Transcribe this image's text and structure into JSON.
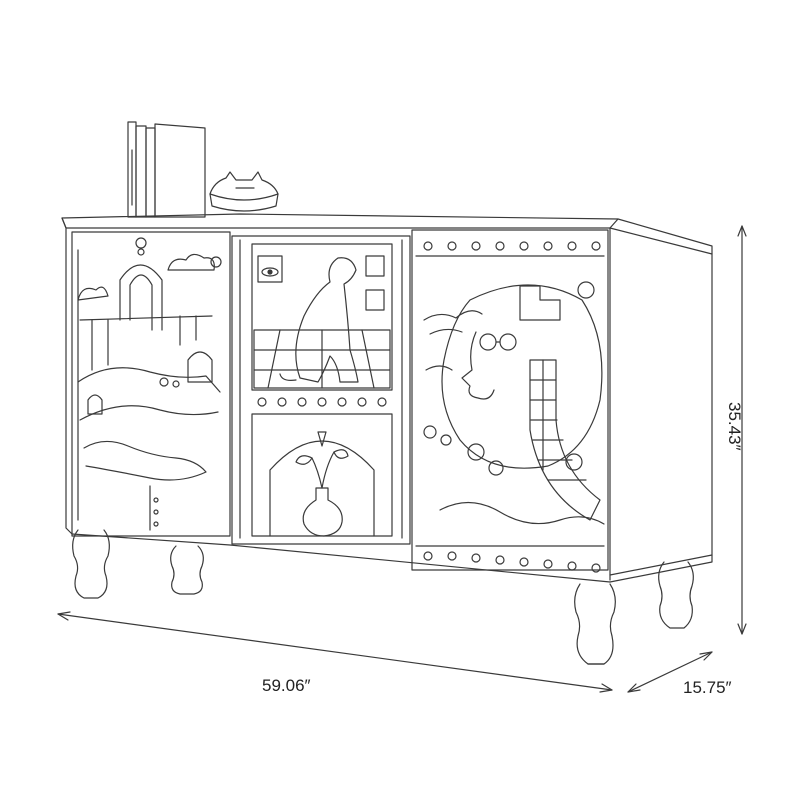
{
  "dimensions": {
    "width": "59.06″",
    "depth": "15.75″",
    "height": "35.43″"
  },
  "colors": {
    "line": "#3a3a3a",
    "background": "#ffffff"
  }
}
